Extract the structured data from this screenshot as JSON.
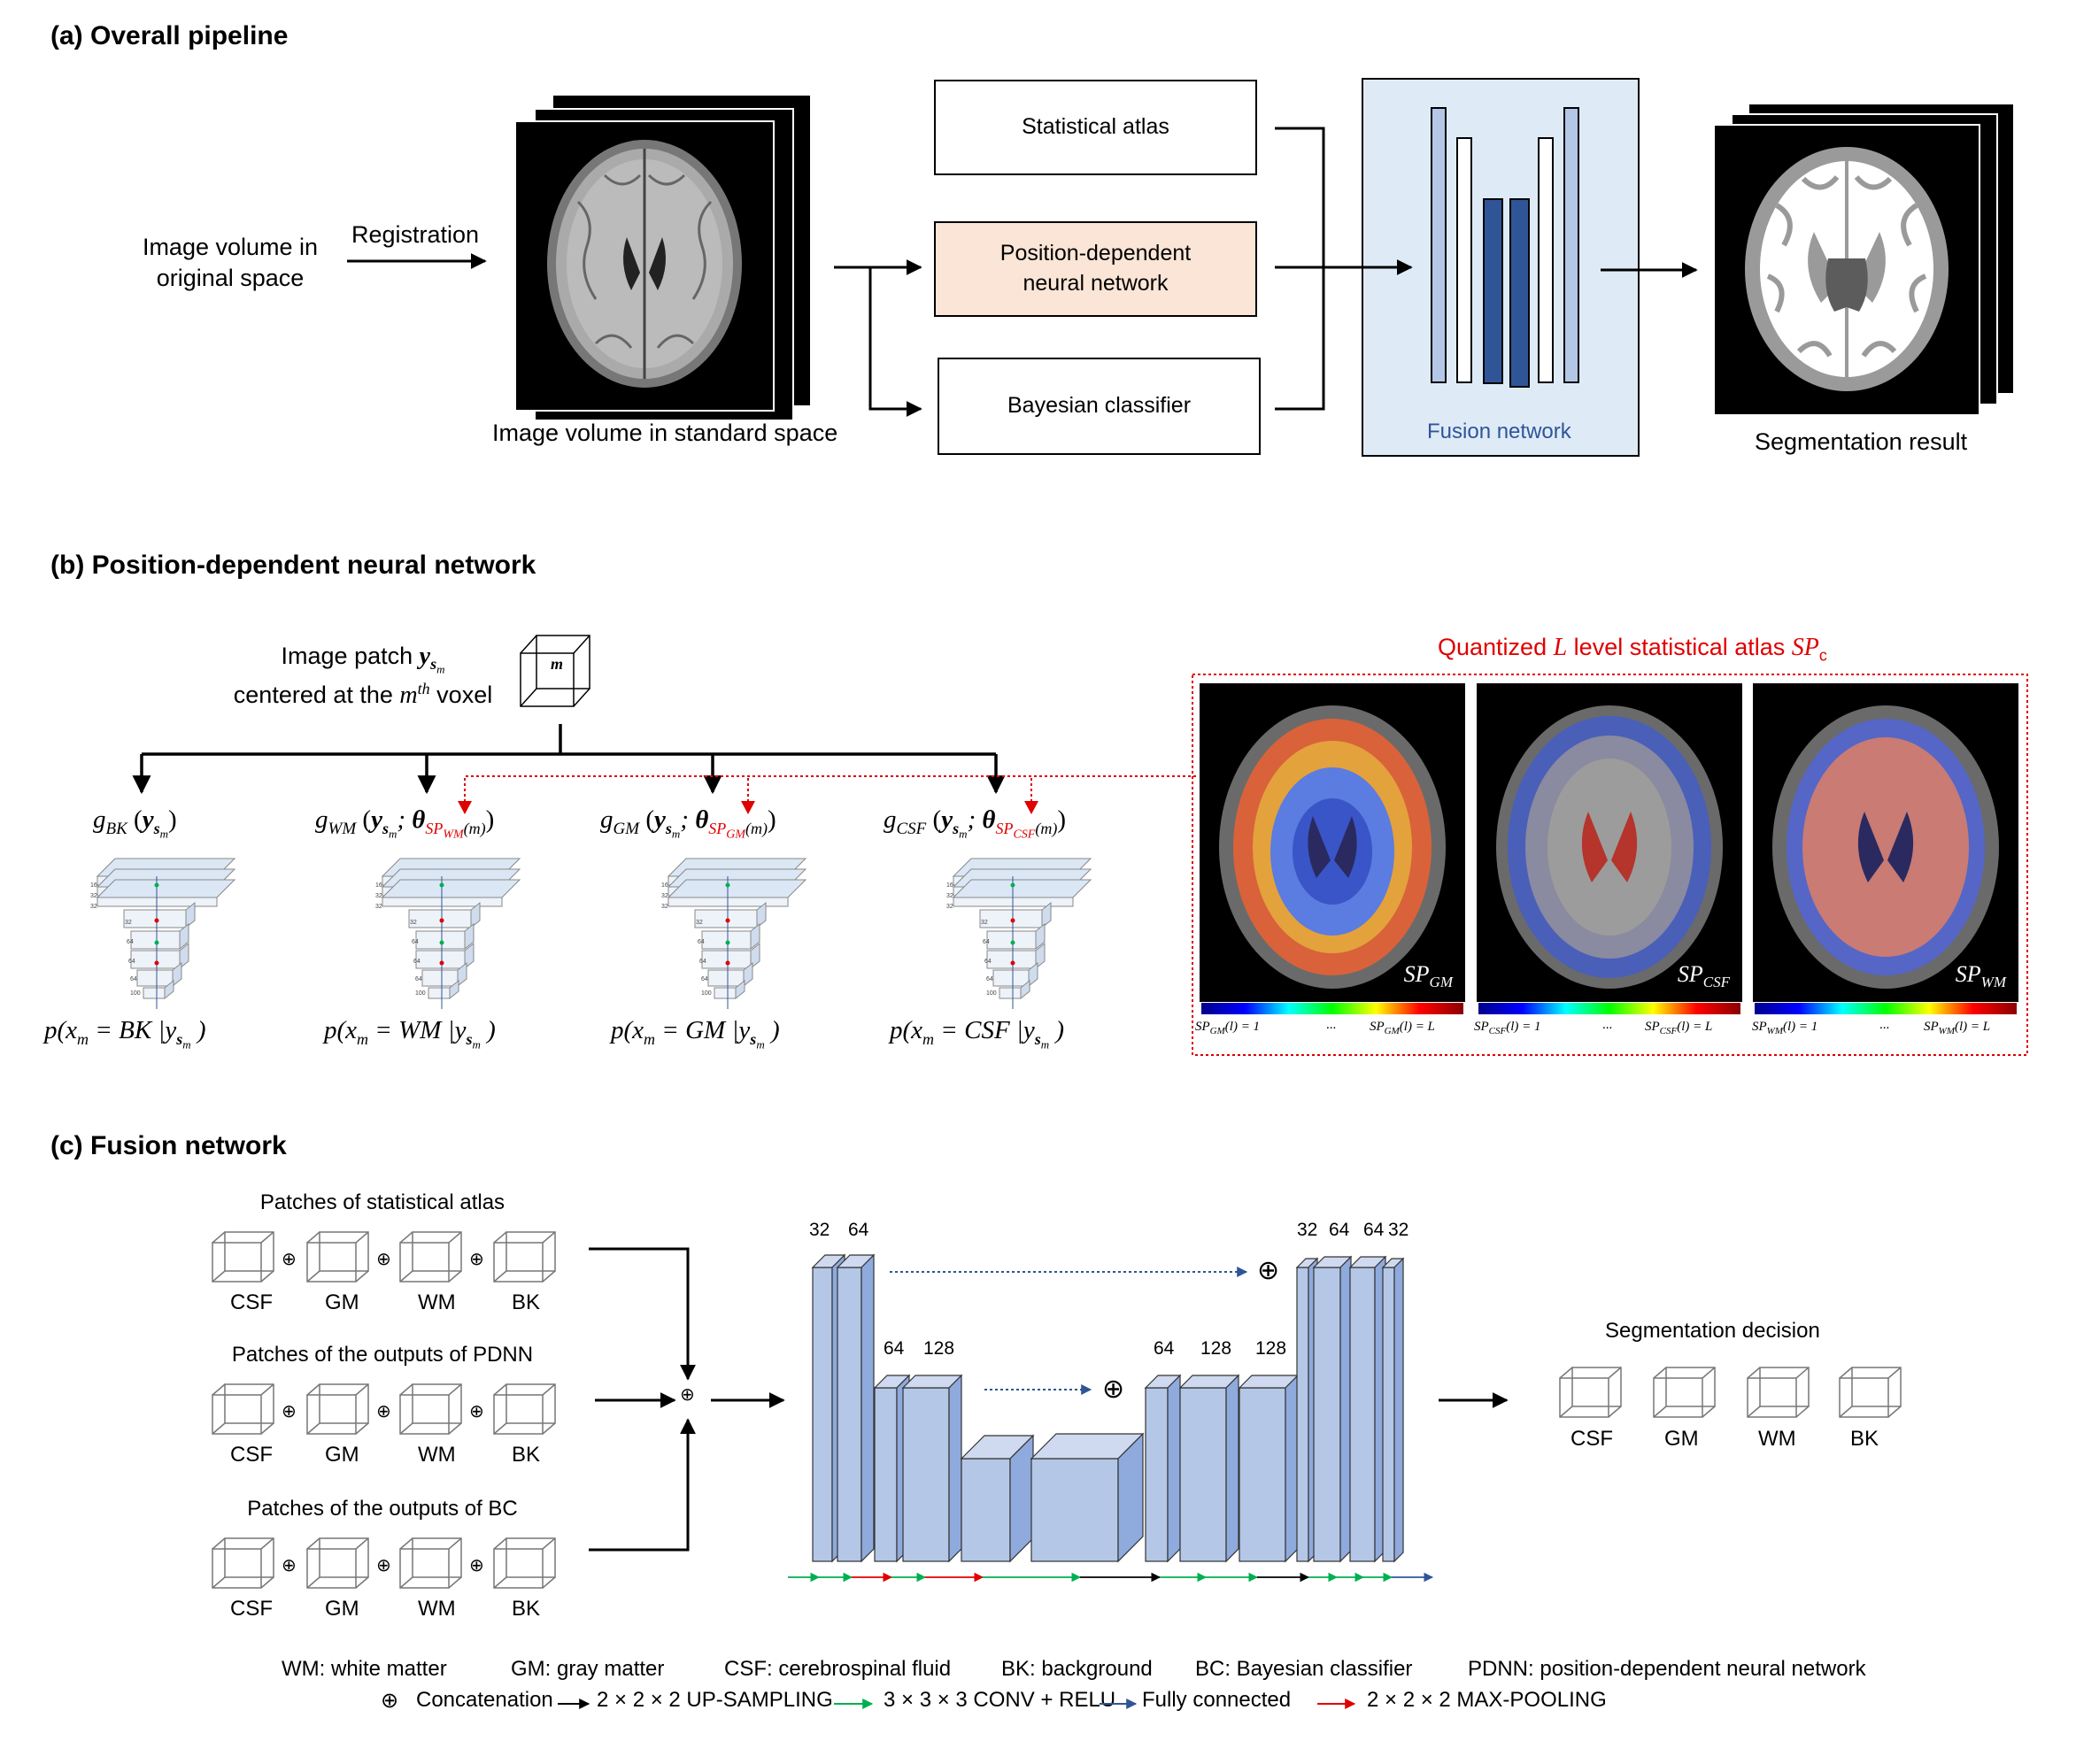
{
  "section_a": {
    "title": "(a) Overall pipeline",
    "input_label": "Image volume in original space",
    "registration": "Registration",
    "standard_space": "Image volume in standard space",
    "statistical_atlas": "Statistical atlas",
    "pdnn": "Position-dependent neural network",
    "bayesian": "Bayesian classifier",
    "fusion": "Fusion network",
    "segmentation_result": "Segmentation result"
  },
  "section_b": {
    "title": "(b) Position-dependent neural network",
    "patch_label_line1": "Image patch ",
    "patch_label_line1_math": "y",
    "patch_label_line1_sub": "s",
    "patch_label_line1_subsub": "m",
    "patch_label_line2_pre": "centered at the ",
    "patch_label_line2_m": "m",
    "patch_label_line2_th": "th",
    "patch_label_line2_post": " voxel",
    "cube_label": "m",
    "atlas_title_pre": "Quantized ",
    "atlas_title_L": "L",
    "atlas_title_mid": " level statistical atlas ",
    "atlas_title_sp": "SP",
    "atlas_title_c": "c",
    "networks": [
      {
        "g": "g",
        "gsub": "BK",
        "args": "(y",
        "theta_sub": "",
        "out_pre": "p(x",
        "out_class": " = BK |y",
        "out_post": ")"
      },
      {
        "g": "g",
        "gsub": "WM",
        "args": "(y",
        "theta_sub": "SP",
        "theta_sub2": "WM",
        "theta_m": "(m)",
        "out_pre": "p(x",
        "out_class": " = WM |y",
        "out_post": ")"
      },
      {
        "g": "g",
        "gsub": "GM",
        "args": "(y",
        "theta_sub": "SP",
        "theta_sub2": "GM",
        "theta_m": "(m)",
        "out_pre": "p(x",
        "out_class": " = GM |y",
        "out_post": ")"
      },
      {
        "g": "g",
        "gsub": "CSF",
        "args": "(y",
        "theta_sub": "SP",
        "theta_sub2": "CSF",
        "theta_m": "(m)",
        "out_pre": "p(x",
        "out_class": " = CSF |y",
        "out_post": ")"
      }
    ],
    "cnn_layer_labels": [
      "16",
      "32",
      "32",
      "32",
      "64",
      "64",
      "64",
      "100"
    ],
    "atlas_panels": [
      {
        "sp": "SP",
        "sub": "GM",
        "left": "SP",
        "left_sub": "GM",
        "left_rest": "(l) = 1",
        "dots": "...",
        "right": "SP",
        "right_sub": "GM",
        "right_rest": "(l) = L"
      },
      {
        "sp": "SP",
        "sub": "CSF",
        "left": "SP",
        "left_sub": "CSF",
        "left_rest": "(l) = 1",
        "dots": "...",
        "right": "SP",
        "right_sub": "CSF",
        "right_rest": "(l) = L"
      },
      {
        "sp": "SP",
        "sub": "WM",
        "left": "SP",
        "left_sub": "WM",
        "left_rest": "(l) = 1",
        "dots": "...",
        "right": "SP",
        "right_sub": "WM",
        "right_rest": "(l) = L"
      }
    ]
  },
  "section_c": {
    "title": "(c) Fusion network",
    "groups": [
      {
        "label": "Patches of statistical atlas",
        "items": [
          "CSF",
          "GM",
          "WM",
          "BK"
        ]
      },
      {
        "label": "Patches of the outputs of PDNN",
        "items": [
          "CSF",
          "GM",
          "WM",
          "BK"
        ]
      },
      {
        "label": "Patches of the outputs of BC",
        "items": [
          "CSF",
          "GM",
          "WM",
          "BK"
        ]
      }
    ],
    "oplus": "⊕",
    "unet_top_left": [
      "32",
      "64"
    ],
    "unet_mid_left": [
      "64",
      "128"
    ],
    "unet_mid_right": [
      "64",
      "128",
      "128"
    ],
    "unet_top_right": [
      "32",
      "64",
      "64",
      "32"
    ],
    "decision_label": "Segmentation decision",
    "decision_items": [
      "CSF",
      "GM",
      "WM",
      "BK"
    ]
  },
  "legend": {
    "abbrevs": [
      "WM: white matter",
      "GM: gray matter",
      "CSF: cerebrospinal fluid",
      "BK: background",
      "BC: Bayesian classifier",
      "PDNN: position-dependent neural network"
    ],
    "concat_symbol": "⊕",
    "concat": "Concatenation",
    "upsampling": "2 × 2 × 2  UP-SAMPLING",
    "conv": "3 × 3 × 3 CONV + RELU",
    "fc": "Fully connected",
    "maxpool": "2 × 2 × 2 MAX-POOLING"
  },
  "colors": {
    "pdnn_fill": "#fbe5d6",
    "fusion_fill": "#deebf7",
    "fusion_text": "#2f5597",
    "bar_light": "#b4c7e7",
    "bar_dark": "#2f5597",
    "unet_face": "#b4c7e7",
    "unet_side": "#8faadc",
    "red": "#e00000",
    "green": "#00b050",
    "blue": "#2f5597"
  }
}
